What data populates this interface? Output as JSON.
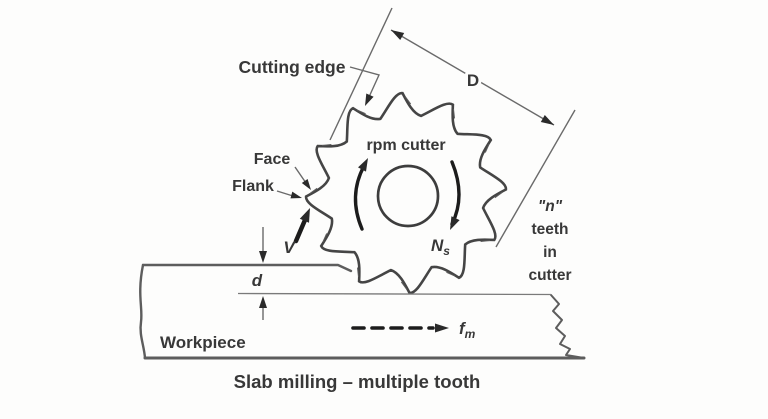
{
  "diagram": {
    "caption": "Slab milling – multiple tooth",
    "cutter": {
      "label_rpm": "rpm cutter",
      "teeth_count_note": [
        "\"n\"",
        "teeth",
        "in",
        "cutter"
      ],
      "diameter_label": "D",
      "rotation_symbol_main": "N",
      "rotation_symbol_sub": "s"
    },
    "labels": {
      "cutting_edge": "Cutting edge",
      "face": "Face",
      "flank": "Flank",
      "velocity": "V",
      "depth_of_cut": "d",
      "workpiece": "Workpiece",
      "feed_main": "f",
      "feed_sub": "m"
    },
    "colors": {
      "background": "#fdfdfc",
      "ink": "#383838",
      "line": "#6a6a6a",
      "arrow": "#1c1c1c"
    }
  }
}
